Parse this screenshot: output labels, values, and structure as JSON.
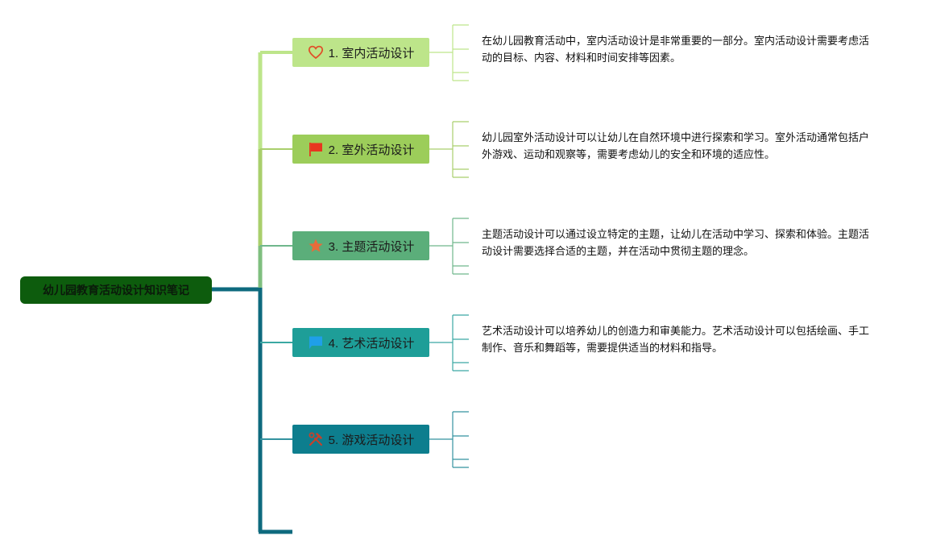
{
  "root": {
    "title": "幼儿园教育活动设计知识笔记",
    "color": "#0d5c0d"
  },
  "branches": [
    {
      "label": "1. 室内活动设计",
      "icon": "heart-icon",
      "color": "#bde58a",
      "line_color": "#bde58a",
      "description": "在幼儿园教育活动中，室内活动设计是非常重要的一部分。室内活动设计需要考虑活动的目标、内容、材料和时间安排等因素。"
    },
    {
      "label": "2. 室外活动设计",
      "icon": "flag-icon",
      "color": "#9ccd5a",
      "line_color": "#a9cf6c",
      "description": "幼儿园室外活动设计可以让幼儿在自然环境中进行探索和学习。室外活动通常包括户外游戏、运动和观察等，需要考虑幼儿的安全和环境的适应性。"
    },
    {
      "label": "3. 主题活动设计",
      "icon": "star-icon",
      "color": "#5bae7a",
      "line_color": "#6fb78c",
      "description": "主题活动设计可以通过设立特定的主题，让幼儿在活动中学习、探索和体验。主题活动设计需要选择合适的主题，并在活动中贯彻主题的理念。"
    },
    {
      "label": "4. 艺术活动设计",
      "icon": "banner-flag-icon",
      "color": "#1e9e98",
      "line_color": "#3aa8a3",
      "description": "艺术活动设计可以培养幼儿的创造力和审美能力。艺术活动设计可以包括绘画、手工制作、音乐和舞蹈等，需要提供适当的材料和指导。"
    },
    {
      "label": "5. 游戏活动设计",
      "icon": "tools-icon",
      "color": "#0d7e8e",
      "line_color": "#33929f",
      "description": ""
    }
  ],
  "icon_colors": {
    "heart": "#e0502a",
    "flag": "#e8361f",
    "star": "#e86b3a",
    "banner": "#1f9fe8",
    "tools": "#c7402a"
  },
  "trunk_colors": {
    "upper": "#bde58a",
    "middle": "#7fbf7f",
    "lower": "#0e6a7e"
  }
}
